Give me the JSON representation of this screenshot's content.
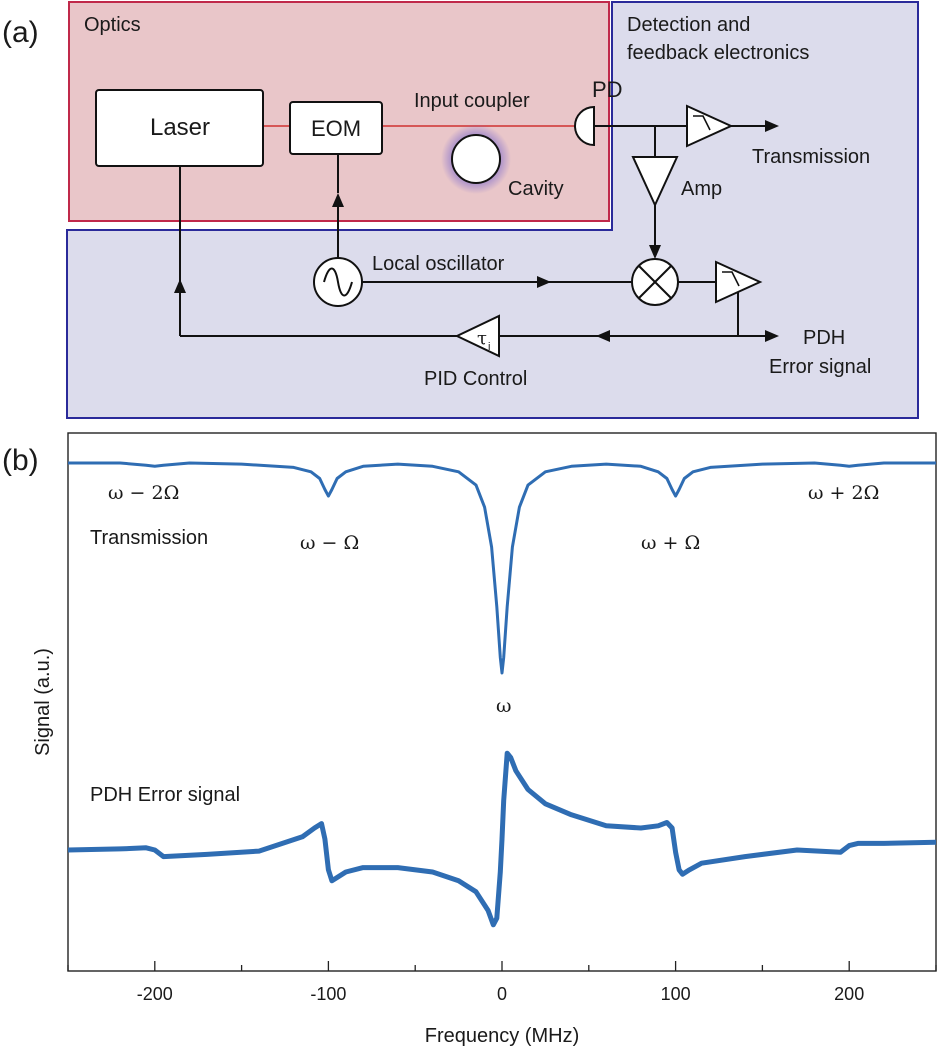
{
  "panel_a": {
    "panel_label": "(a)",
    "optics_title": "Optics",
    "detection_title_line1": "Detection and",
    "detection_title_line2": "feedback electronics",
    "laser": "Laser",
    "eom": "EOM",
    "input_coupler": "Input coupler",
    "cavity": "Cavity",
    "pd": "PD",
    "amp": "Amp",
    "transmission": "Transmission",
    "local_oscillator": "Local oscillator",
    "tau_symbol": "τ",
    "tau_subscript": "i",
    "pid_control": "PID Control",
    "pdh_line1": "PDH",
    "pdh_line2": "Error signal",
    "colors": {
      "optics_fill": "#e9c6c9",
      "optics_border": "#c0294a",
      "detection_fill": "#dcdcec",
      "detection_border": "#2a2a9a",
      "beam": "#d03030",
      "cavity_glow": "#6a5acd"
    },
    "icons": [
      "sine-wave-icon",
      "mixer-icon",
      "lowpass-filter-icon",
      "amplifier-icon",
      "photodiode-icon",
      "arrow-icon"
    ]
  },
  "panel_b": {
    "panel_label": "(b)",
    "ylabel": "Signal (a.u.)",
    "xlabel": "Frequency (MHz)",
    "xticks": [
      "-200",
      "-100",
      "0",
      "100",
      "200"
    ],
    "transmission_label": "Transmission",
    "pdh_label": "PDH Error signal",
    "annotations": {
      "w_minus_2omega": "ω − 2Ω",
      "w_minus_omega": "ω − Ω",
      "w": "ω",
      "w_plus_omega": "ω + Ω",
      "w_plus_2omega": "ω + 2Ω"
    }
  },
  "chart_data": {
    "type": "line",
    "xlabel": "Frequency (MHz)",
    "ylabel": "Signal (a.u.)",
    "xlim": [
      -250,
      250
    ],
    "xticks": [
      -200,
      -100,
      0,
      100,
      200
    ],
    "grid": false,
    "series_color": "#2f6db3",
    "series": [
      {
        "name": "Transmission",
        "x": [
          -250,
          -220,
          -205,
          -200,
          -195,
          -180,
          -150,
          -120,
          -110,
          -105,
          -102,
          -100,
          -98,
          -95,
          -90,
          -80,
          -60,
          -40,
          -25,
          -15,
          -10,
          -6,
          -3,
          -1,
          0,
          1,
          3,
          6,
          10,
          15,
          25,
          40,
          60,
          80,
          90,
          95,
          98,
          100,
          102,
          105,
          110,
          120,
          150,
          180,
          195,
          200,
          205,
          220,
          250
        ],
        "y": [
          1.0,
          1.0,
          0.99,
          0.985,
          0.99,
          1.0,
          0.995,
          0.98,
          0.96,
          0.93,
          0.88,
          0.85,
          0.88,
          0.93,
          0.96,
          0.985,
          0.995,
          0.985,
          0.96,
          0.9,
          0.8,
          0.62,
          0.35,
          0.12,
          0.05,
          0.12,
          0.35,
          0.62,
          0.8,
          0.9,
          0.96,
          0.985,
          0.995,
          0.985,
          0.96,
          0.93,
          0.88,
          0.85,
          0.88,
          0.93,
          0.96,
          0.98,
          0.995,
          1.0,
          0.99,
          0.985,
          0.99,
          1.0,
          1.0
        ]
      },
      {
        "name": "PDH Error signal",
        "x": [
          -250,
          -220,
          -205,
          -200,
          -195,
          -170,
          -140,
          -115,
          -108,
          -104,
          -102,
          -100,
          -98,
          -95,
          -90,
          -80,
          -60,
          -40,
          -25,
          -15,
          -8,
          -5,
          -3,
          -1,
          0,
          1,
          3,
          5,
          8,
          15,
          25,
          40,
          60,
          80,
          90,
          95,
          98,
          100,
          102,
          104,
          108,
          115,
          140,
          170,
          195,
          200,
          205,
          220,
          250
        ],
        "y": [
          0.0,
          0.01,
          0.02,
          0.0,
          -0.06,
          -0.04,
          -0.01,
          0.12,
          0.2,
          0.24,
          0.1,
          -0.18,
          -0.28,
          -0.25,
          -0.2,
          -0.16,
          -0.16,
          -0.2,
          -0.28,
          -0.38,
          -0.55,
          -0.68,
          -0.62,
          -0.2,
          0.1,
          0.45,
          0.88,
          0.84,
          0.72,
          0.55,
          0.42,
          0.32,
          0.22,
          0.2,
          0.22,
          0.25,
          0.2,
          -0.02,
          -0.18,
          -0.22,
          -0.18,
          -0.12,
          -0.06,
          0.0,
          -0.02,
          0.04,
          0.06,
          0.06,
          0.07
        ]
      }
    ]
  }
}
